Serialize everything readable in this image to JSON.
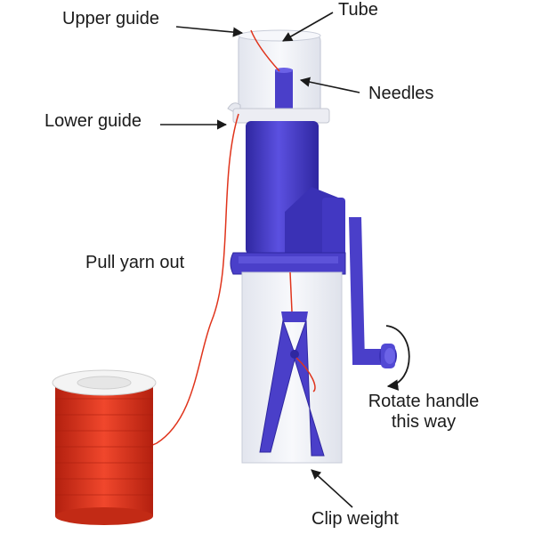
{
  "labels": {
    "upper_guide": "Upper guide",
    "tube": "Tube",
    "needles": "Needles",
    "lower_guide": "Lower guide",
    "pull_yarn_out": "Pull yarn out",
    "rotate_handle_line1": "Rotate handle",
    "rotate_handle_line2": "this way",
    "clip_weight": "Clip weight"
  },
  "colors": {
    "machine_purple": "#4a3fc9",
    "machine_purple_dark": "#2f27a0",
    "clear_plastic": "#eef0f6",
    "yarn_red": "#e0341c",
    "spool_white": "#f4f4f4",
    "text": "#1a1a1a"
  },
  "icons": {
    "arrow": "arrow-icon",
    "rotation": "curved-arrow-icon"
  }
}
